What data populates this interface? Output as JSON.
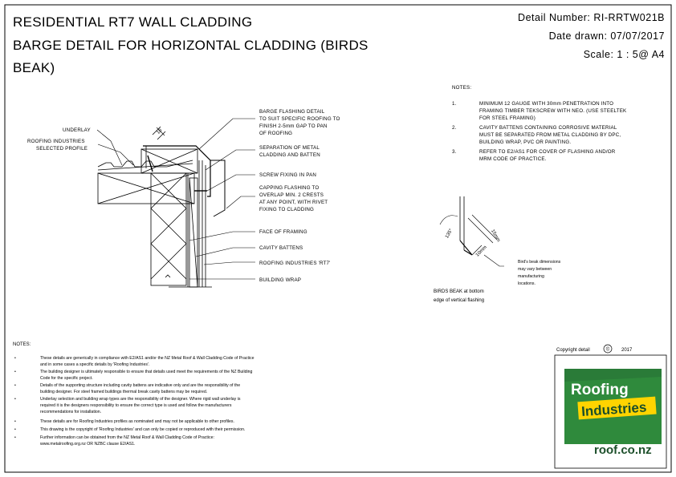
{
  "title": {
    "line1": "RESIDENTIAL RT7 WALL CLADDING",
    "line2": "BARGE DETAIL FOR HORIZONTAL CLADDING (BIRDS",
    "line3": "BEAK)"
  },
  "meta": {
    "detail_number": "Detail Number:  RI-RRTW021B",
    "date_drawn": "Date drawn:  07/07/2017",
    "scale": "Scale:   1 : 5@ A4"
  },
  "notes_right": {
    "heading": "NOTES:",
    "items": [
      {
        "num": "1.",
        "lines": [
          "MINIMUM 12 GAUGE WITH 30mm PENETRATION INTO",
          "FRAMING TIMBER TEKSCREW WITH NEO.  (USE STEELTEK",
          "FOR STEEL FRAMING)"
        ]
      },
      {
        "num": "2.",
        "lines": [
          "CAVITY BATTENS CONTAINING CORROSIVE MATERIAL",
          "MUST BE SEPARATED FROM METAL CLADDING BY DPC,",
          "BUILDING WRAP, PVC OR PAINTING."
        ]
      },
      {
        "num": "3.",
        "lines": [
          "REFER TO E2/AS1 FOR COVER OF FLASHING AND/OR",
          "MRM CODE OF PRACTICE."
        ]
      }
    ]
  },
  "labels": {
    "underlay": "UNDERLAY",
    "roofing_industries": [
      "ROOFING INDUSTRIES",
      "SELECTED PROFILE"
    ],
    "barge_flashing": [
      "BARGE FLASHING DETAIL",
      "TO SUIT SPECIFIC ROOFING TO",
      "FINISH 2-5mm GAP TO PAN",
      "OF ROOFING"
    ],
    "separation": [
      "SEPARATION OF METAL",
      "CLADDING AND BATTEN"
    ],
    "screw_fixing": "SCREW FIXING IN PAN",
    "capping": [
      "CAPPING FLASHING TO",
      "OVERLAP MIN. 2 CRESTS",
      "AT ANY POINT, WITH RIVET",
      "FIXING TO CLADDING"
    ],
    "face_of_framing": "FACE OF FRAMING",
    "cavity_battens": "CAVITY BATTENS",
    "rt7": "ROOFING INDUSTRIES 'RT7'",
    "building_wrap": "BUILDING WRAP",
    "dim_10": "10",
    "angle_135": "135°",
    "dim_15": "15mm",
    "dim_10mm": "10mm",
    "birds_beak_note": [
      "Bird's beak dimensions",
      "may vary between",
      "manufacturing",
      "locations."
    ],
    "birds_beak_caption": [
      "BIRDS BEAK at bottom",
      "edge of vertical flashing"
    ]
  },
  "notes_bottom": {
    "heading": "NOTES:",
    "items": [
      [
        "These details are generically in compliance with E2/AS1 and/or the NZ Metal Roof & Wall Cladding Code of Practice",
        "and in some cases a specific details by 'Roofing Industries'."
      ],
      [
        "The building designer is ultimately responsible to ensure that details used meet the requirements of the NZ Building",
        "Code for the specific project."
      ],
      [
        "Details of the supporting structure including cavity battens are indicative only and are the responsibility of the",
        "building designer.  For steel framed buildings thermal break cavity battens may be required."
      ],
      [
        "Underlay selection and building wrap types are the responsibility of the designer. Where rigid wall underlay is",
        "required it is the designers responsibility to ensure the correct type is used and follow the manufacturers",
        "recommendations for installation."
      ],
      [
        "These details are for Roofing Industries profiles as nominated and may not be applicable to other profiles."
      ],
      [
        "This drawing is the copyright of 'Roofing Industries' and can only be copied or reproduced with their permission."
      ],
      [
        "Further information can be obtained from the NZ Metal Roof & Wall Cladding Code of Practice:",
        "www.metalroofing.org.nz OR NZBC clause E2/AS1."
      ]
    ]
  },
  "copyright": {
    "text": "Copyright detail",
    "symbol": "©",
    "year": "2017"
  },
  "logo": {
    "line1": "Roofing",
    "line2": "Industries",
    "url": "roof.co.nz"
  },
  "colors": {
    "logo_green": "#2f8a3c",
    "logo_yellow": "#ffd400",
    "logo_dark": "#1c4f2a"
  }
}
